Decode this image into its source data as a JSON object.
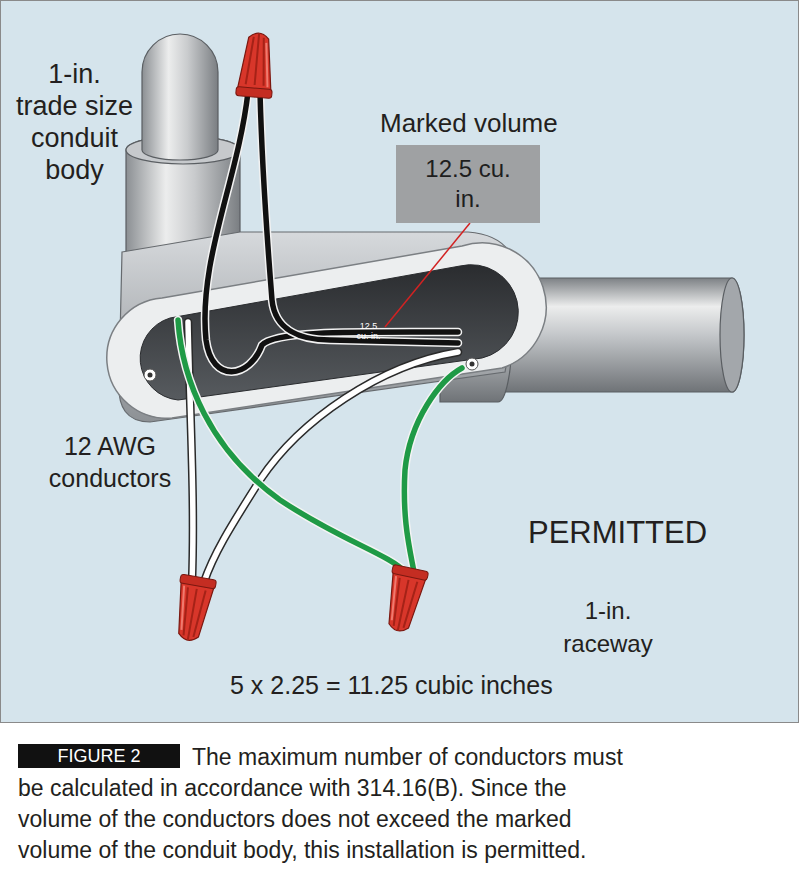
{
  "diagram": {
    "caption": "The maximum number of conductors must be calculated in accordance with 314.16(B). Since the volume of the conductors does not exceed the marked volume of the conduit body, this installation is permitted.",
    "nodes": [
      {
        "text": [
          "12.5 cu. in."
        ]
      },
      {
        "text": [
          "FIGURE 2"
        ]
      }
    ],
    "labels": [
      "1-in. trade size conduit body",
      "Marked volume",
      "12.5 cu. in.",
      "1-in. raceway",
      "12 AWG conductors",
      "PERMITTED",
      "5 x 2.25 = 11.25 cubic inches"
    ]
  }
}
